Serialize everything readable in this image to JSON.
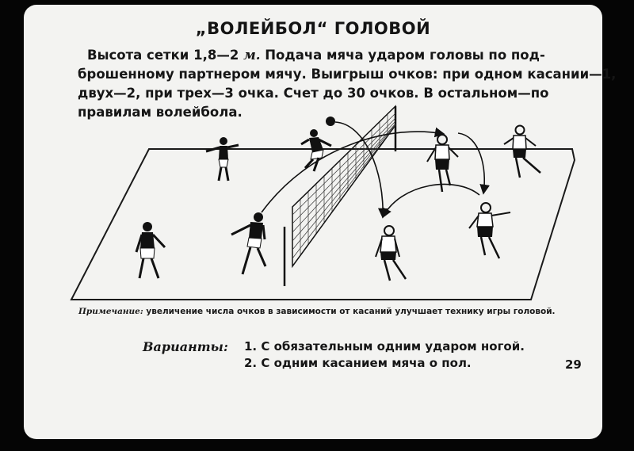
{
  "slide": {
    "title": "„ВОЛЕЙБОЛ“ ГОЛОВОЙ",
    "description": {
      "line1": "Высота сетки 1,8—2",
      "unit": "м.",
      "line1_rest": "Подача мяча ударом головы по под-",
      "line2": "брошенному партнером мячу. Выигрыш очков: при одном касании—1,",
      "line3": "двух—2, при трех—3 очка. Счет до 30 очков. В остальном—по",
      "line4": "правилам волейбола."
    },
    "note": {
      "label": "Примечание:",
      "text": "увеличение числа очков в зависимости от касаний улучшает технику игры головой."
    },
    "variants": {
      "label": "Варианты:",
      "items": [
        "1. С обязательным одним ударом ногой.",
        "2. С одним касанием мяча о пол."
      ]
    },
    "page_number": "29"
  },
  "colors": {
    "paper": "#f3f3f1",
    "ink": "#161616",
    "background": "#050505"
  }
}
